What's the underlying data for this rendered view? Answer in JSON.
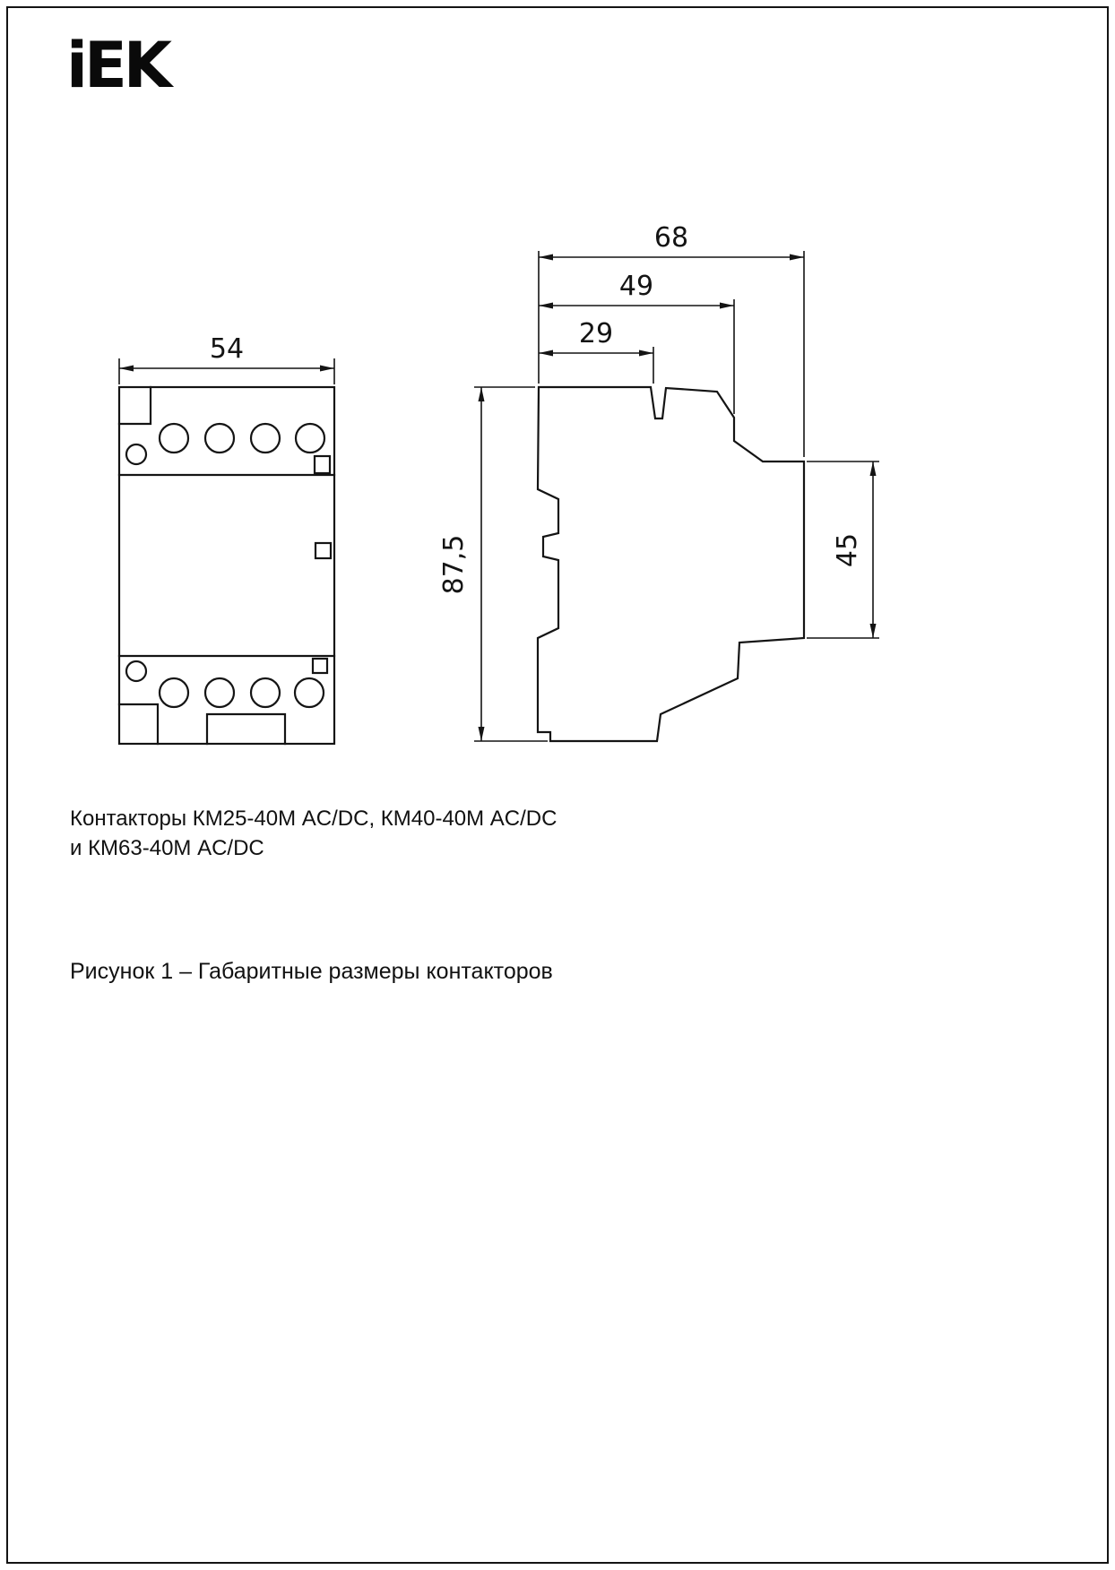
{
  "page": {
    "logo_text": "iEK",
    "background_color": "#ffffff",
    "line_color": "#141414"
  },
  "figure": {
    "front_view": {
      "width_label": "54"
    },
    "side_view": {
      "total_depth_label": "68",
      "body_depth_label": "49",
      "front_depth_label": "29",
      "height_label": "87,5",
      "rear_height_label": "45"
    }
  },
  "captions": {
    "models_line1": "Контакторы КМ25-40М AC/DC, КМ40-40М AC/DC",
    "models_line2": "и КМ63-40М AC/DC",
    "figure_caption": "Рисунок 1 – Габаритные размеры контакторов"
  }
}
